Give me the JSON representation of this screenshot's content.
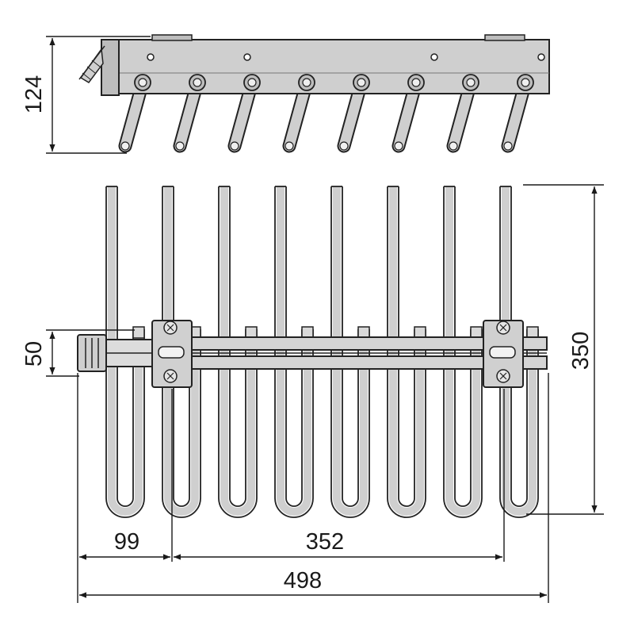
{
  "dimensions": {
    "side_height": "124",
    "rail_depth": "50",
    "hanger_length": "350",
    "offset_left": "99",
    "mount_spacing": "352",
    "overall_width": "498"
  },
  "rod_count": 8,
  "colors": {
    "metal_fill": "#cfcfcf",
    "line": "#222222",
    "dim_line": "#1a1a1a"
  }
}
